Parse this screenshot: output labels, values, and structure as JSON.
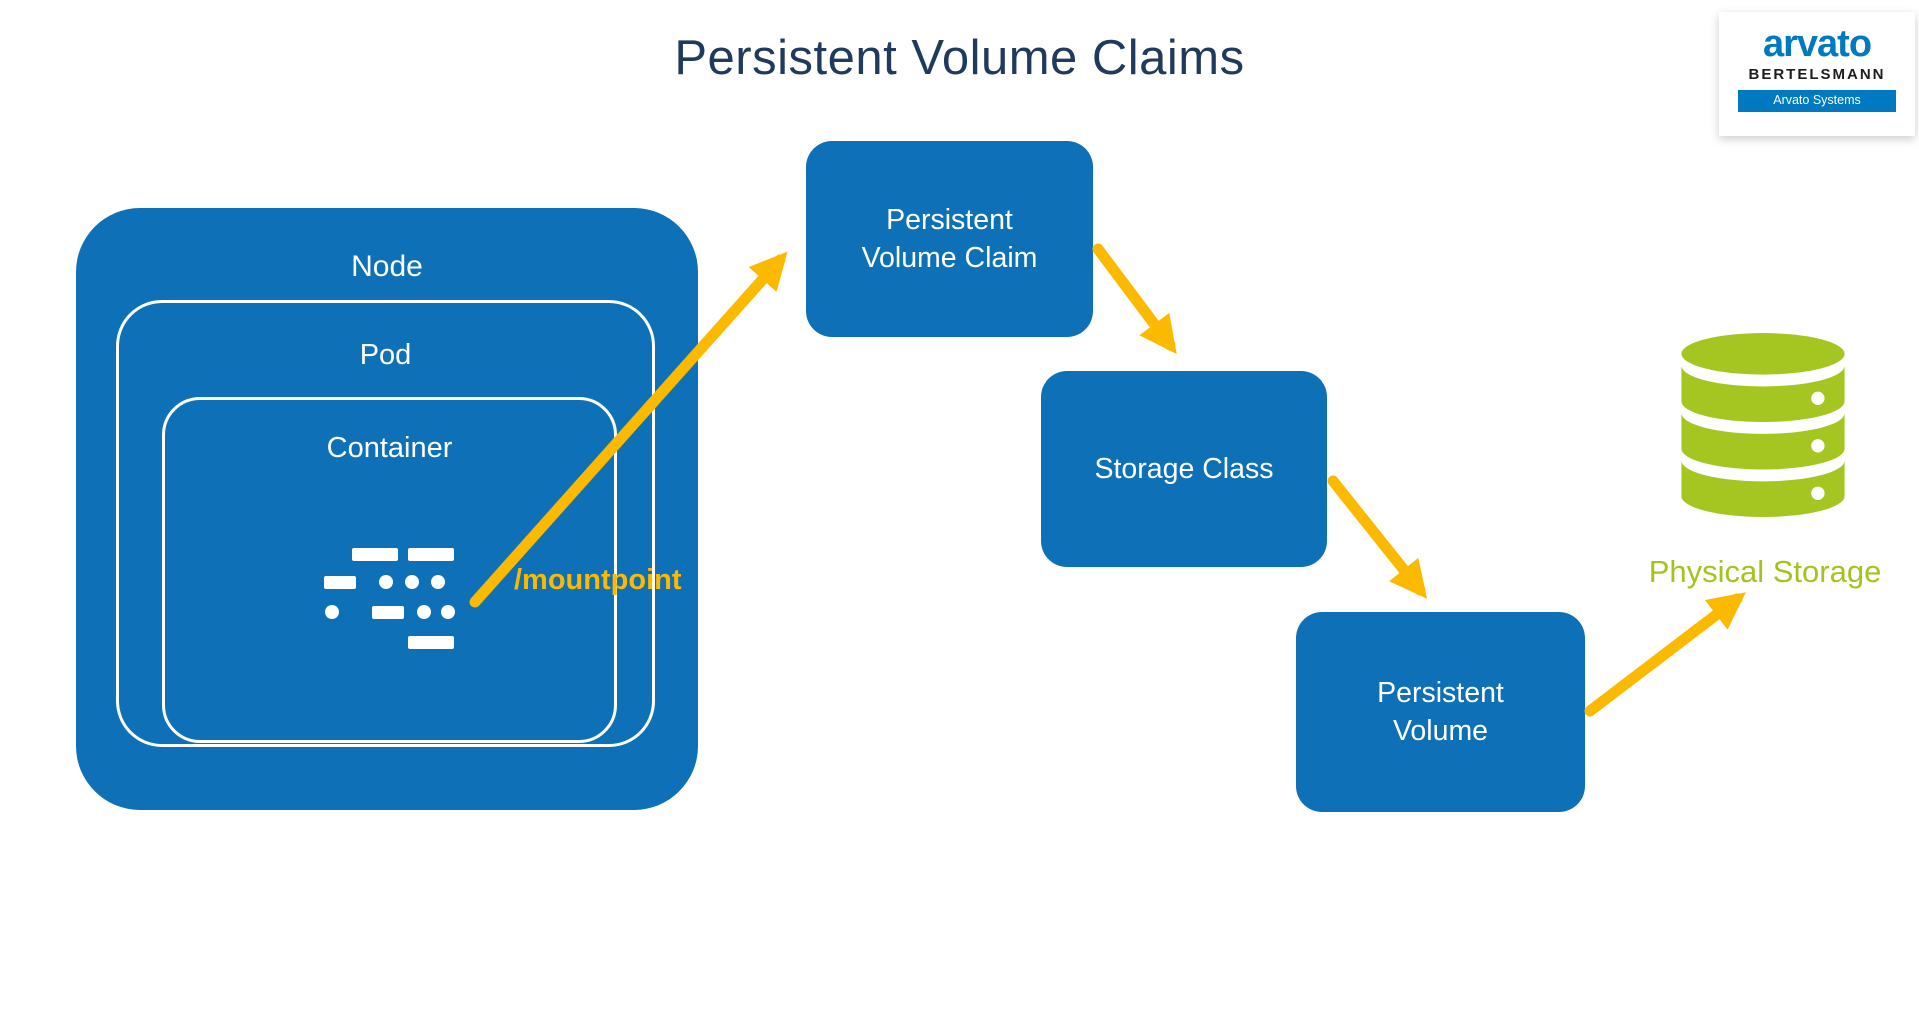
{
  "title": "Persistent Volume Claims",
  "logo": {
    "brand": "arvato",
    "group": "BERTELSMANN",
    "division": "Arvato Systems"
  },
  "diagram": {
    "node": "Node",
    "pod": "Pod",
    "container": "Container",
    "mountpoint": "/mountpoint",
    "pvc": "Persistent Volume Claim",
    "storage_class": "Storage Class",
    "persistent_volume": "Persistent Volume",
    "physical_storage": "Physical Storage"
  },
  "colors": {
    "box_blue": "#0E71B8",
    "arrow_yellow": "#FBB900",
    "storage_green": "#A5C621",
    "title_navy": "#1F3A5C",
    "logo_blue": "#0079C1"
  }
}
